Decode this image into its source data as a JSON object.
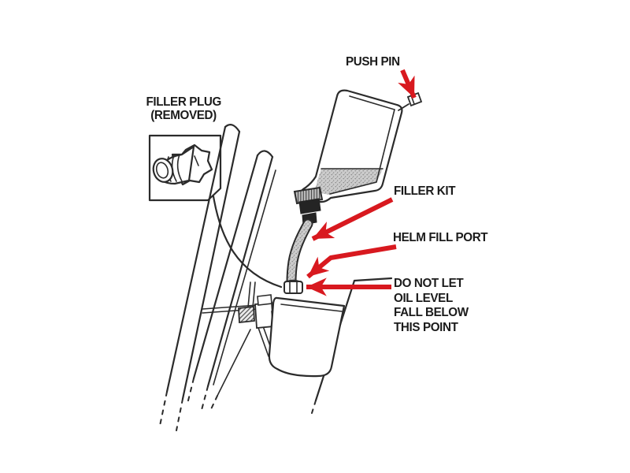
{
  "diagram": {
    "description": "Hydraulic steering helm oil filling instructions",
    "labels": {
      "push_pin": "PUSH PIN",
      "filler_plug": {
        "line1": "FILLER PLUG",
        "line2": "(REMOVED)"
      },
      "filler_kit": "FILLER KIT",
      "helm_fill_port": "HELM FILL PORT",
      "oil_level_warning": {
        "line1": "DO NOT LET",
        "line2": "OIL LEVEL",
        "line3": "FALL BELOW",
        "line4": "THIS POINT"
      }
    },
    "colors": {
      "background": "#ffffff",
      "line_art": "#2b2b2b",
      "arrow_red": "#d8191f",
      "oil_fill_gray": "#cccccc"
    },
    "parts": [
      "inverted oil bottle with oil level shown",
      "push pin venting bottle corner",
      "filler kit adapter and fill tube",
      "helm fill port fitting",
      "filler plug shown removed in inset box",
      "steering wheel (edge view) and helm pump body",
      "dash panel edge"
    ]
  }
}
